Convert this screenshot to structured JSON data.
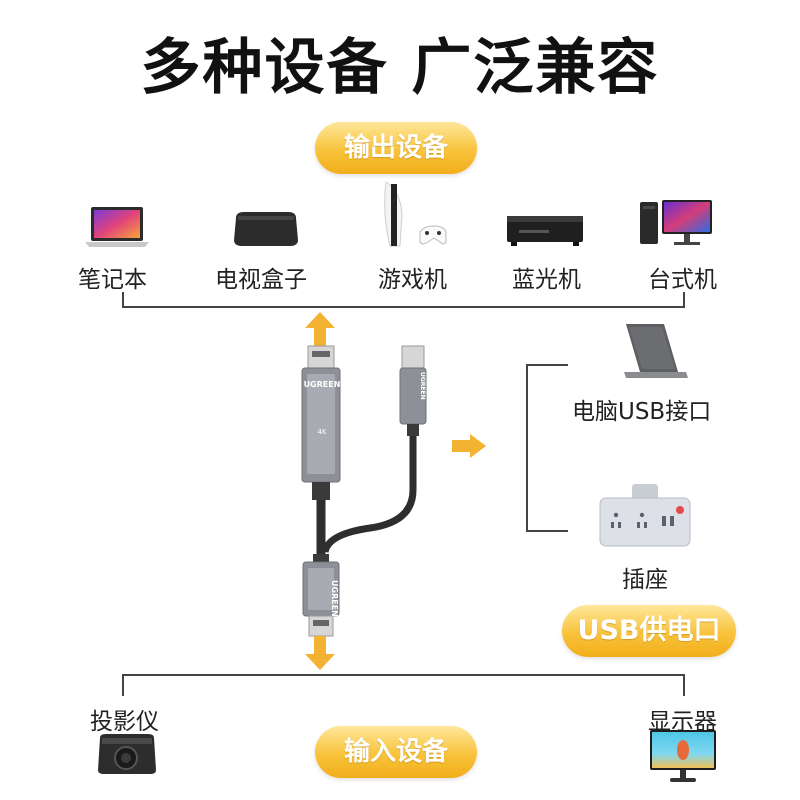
{
  "title": "多种设备 广泛兼容",
  "output_badge": "输出设备",
  "input_badge": "输入设备",
  "usb_badge": "USB供电口",
  "output_devices": [
    {
      "label": "笔记本"
    },
    {
      "label": "电视盒子"
    },
    {
      "label": "游戏机"
    },
    {
      "label": "蓝光机"
    },
    {
      "label": "台式机"
    }
  ],
  "power_sources": [
    {
      "label": "电脑USB接口"
    },
    {
      "label": "插座"
    }
  ],
  "input_devices": [
    {
      "label": "投影仪"
    },
    {
      "label": "显示器"
    }
  ],
  "product": {
    "brand": "UGREEN",
    "resolution_mark": "4K"
  },
  "colors": {
    "accent": "#f5b52a",
    "arrow": "#f4b232",
    "line": "#444444"
  }
}
